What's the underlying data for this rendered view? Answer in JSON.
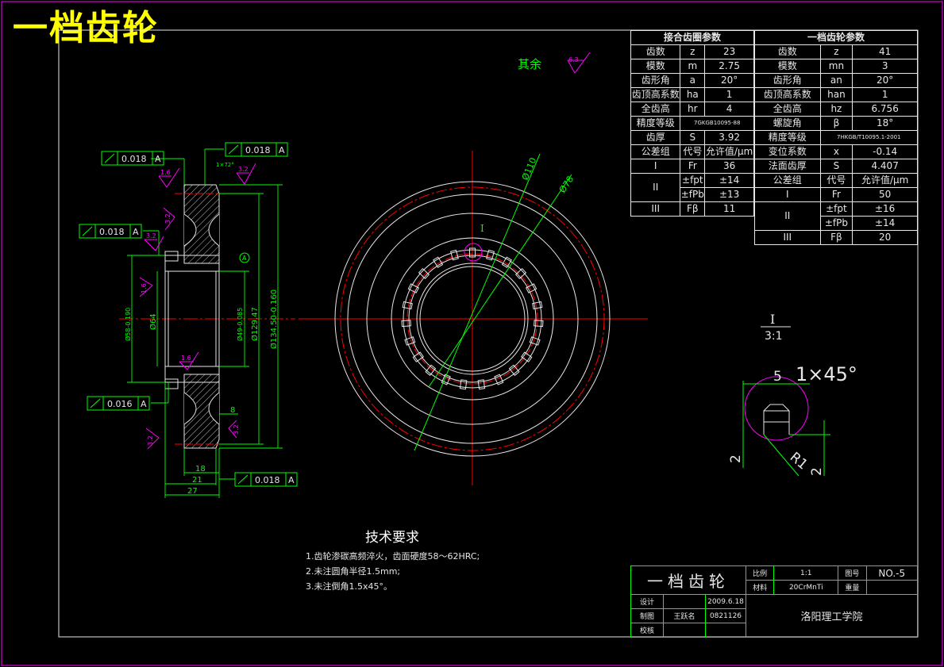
{
  "drawing": {
    "title": "一档齿轮",
    "roughness_rest_label": "其余",
    "roughness_rest_value": "6.3",
    "colors": {
      "background": "#000000",
      "border": "#ff00ff",
      "outline": "#e6e6e6",
      "dimension": "#00ff00",
      "center": "#ff0000",
      "title": "#ffff00"
    }
  },
  "left_view": {
    "tolerances": [
      "0.018",
      "0.018",
      "0.016",
      "0.018"
    ],
    "datum": "A",
    "roughness": [
      "1.6",
      "3.2",
      "3.2",
      "3.2",
      "1.6",
      "3.2",
      "3.2",
      "1.6"
    ],
    "chamfer": "1×72°",
    "dims": {
      "d58": "Ø58-0.190",
      "d64": "Ø64",
      "d49": "Ø49-0.085",
      "d129": "Ø129.47",
      "d134": "Ø134.50-0.160",
      "w8": "8",
      "w18": "18",
      "w21": "21",
      "w27": "27"
    }
  },
  "front_view": {
    "dia_110": "Ø110",
    "dia_78": "Ø78",
    "detail_marker": "I"
  },
  "detail": {
    "label": "I",
    "scale": "3:1",
    "chamfer": "1×45°",
    "dims": [
      "5",
      "2",
      "R1",
      "2"
    ]
  },
  "mesh_table": {
    "header": "接合齿圈参数",
    "rows": [
      [
        "齿数",
        "z",
        "23"
      ],
      [
        "模数",
        "m",
        "2.75"
      ],
      [
        "齿形角",
        "a",
        "20°"
      ],
      [
        "齿顶高系数",
        "ha",
        "1"
      ],
      [
        "全齿高",
        "hr",
        "4"
      ],
      [
        "精度等级",
        "7GKGB10095-88",
        ""
      ],
      [
        "齿厚",
        "S",
        "3.92"
      ],
      [
        "公差组",
        "代号",
        "允许值/μm"
      ],
      [
        "I",
        "Fr",
        "36"
      ],
      [
        "II",
        "±fpt",
        "±14"
      ],
      [
        "",
        "±fPb",
        "±13"
      ],
      [
        "III",
        "Fβ",
        "11"
      ]
    ]
  },
  "gear_table": {
    "header": "一档齿轮参数",
    "rows": [
      [
        "齿数",
        "z",
        "41"
      ],
      [
        "模数",
        "mn",
        "3"
      ],
      [
        "齿形角",
        "an",
        "20°"
      ],
      [
        "齿顶高系数",
        "han",
        "1"
      ],
      [
        "全齿高",
        "hz",
        "6.756"
      ],
      [
        "螺旋角",
        "β",
        "18°"
      ],
      [
        "精度等级",
        "7HKGB/T10095.1-2001",
        ""
      ],
      [
        "变位系数",
        "x",
        "-0.14"
      ],
      [
        "法面齿厚",
        "S",
        "4.407"
      ],
      [
        "公差组",
        "代号",
        "允许值/μm"
      ],
      [
        "I",
        "Fr",
        "50"
      ],
      [
        "II",
        "±fpt",
        "±16"
      ],
      [
        "",
        "±fPb",
        "±14"
      ],
      [
        "III",
        "Fβ",
        "20"
      ]
    ]
  },
  "tech_req": {
    "heading": "技术要求",
    "items": [
      "1.齿轮渗碳高频淬火，齿面硬度58～62HRC;",
      "2.未注圆角半径1.5mm;",
      "3.未注倒角1.5x45°。"
    ]
  },
  "title_block": {
    "part_name": "一档齿轮",
    "scale_label": "比例",
    "scale_value": "1:1",
    "drawing_no_label": "图号",
    "drawing_no": "NO.-5",
    "material_label": "材料",
    "material": "20CrMnTi",
    "weight_label": "重量",
    "design_label": "设计",
    "design_date": "2009.6.18",
    "drawn_label": "制图",
    "drawn_by": "王跃名",
    "student_no": "0821126",
    "check_label": "校核",
    "school": "洛阳理工学院"
  }
}
